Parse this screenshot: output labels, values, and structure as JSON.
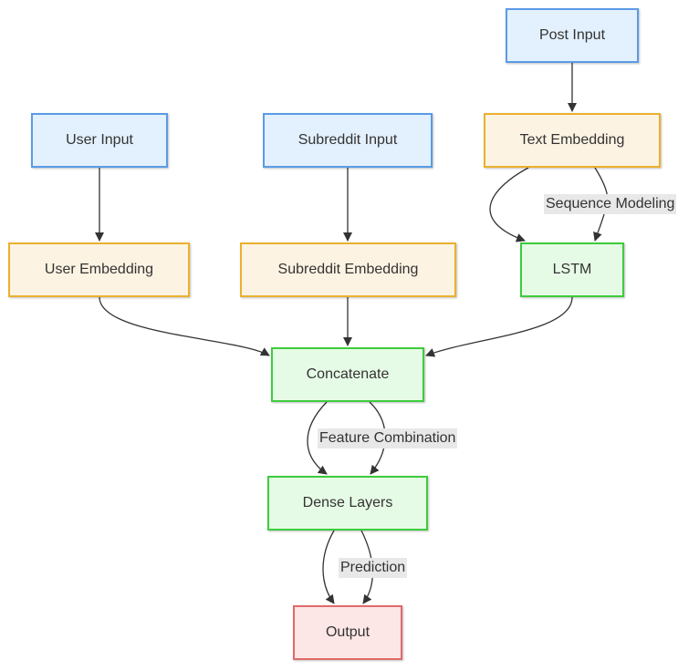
{
  "nodes": {
    "post_input": "Post Input",
    "user_input": "User Input",
    "subreddit_input": "Subreddit Input",
    "text_embedding": "Text Embedding",
    "user_embedding": "User Embedding",
    "subreddit_embedding": "Subreddit Embedding",
    "lstm": "LSTM",
    "concatenate": "Concatenate",
    "dense_layers": "Dense Layers",
    "output": "Output"
  },
  "edge_labels": {
    "sequence_modeling": "Sequence Modeling",
    "feature_combination": "Feature Combination",
    "prediction": "Prediction"
  },
  "colors": {
    "input_fill": "#e3f0fd",
    "input_border": "#5a9be6",
    "embedding_fill": "#fdf3e3",
    "embedding_border": "#eab12e",
    "processing_fill": "#e6fbe6",
    "processing_border": "#3ccc3c",
    "output_fill": "#fde6e6",
    "output_border": "#e06a6a",
    "edge": "#333333"
  }
}
